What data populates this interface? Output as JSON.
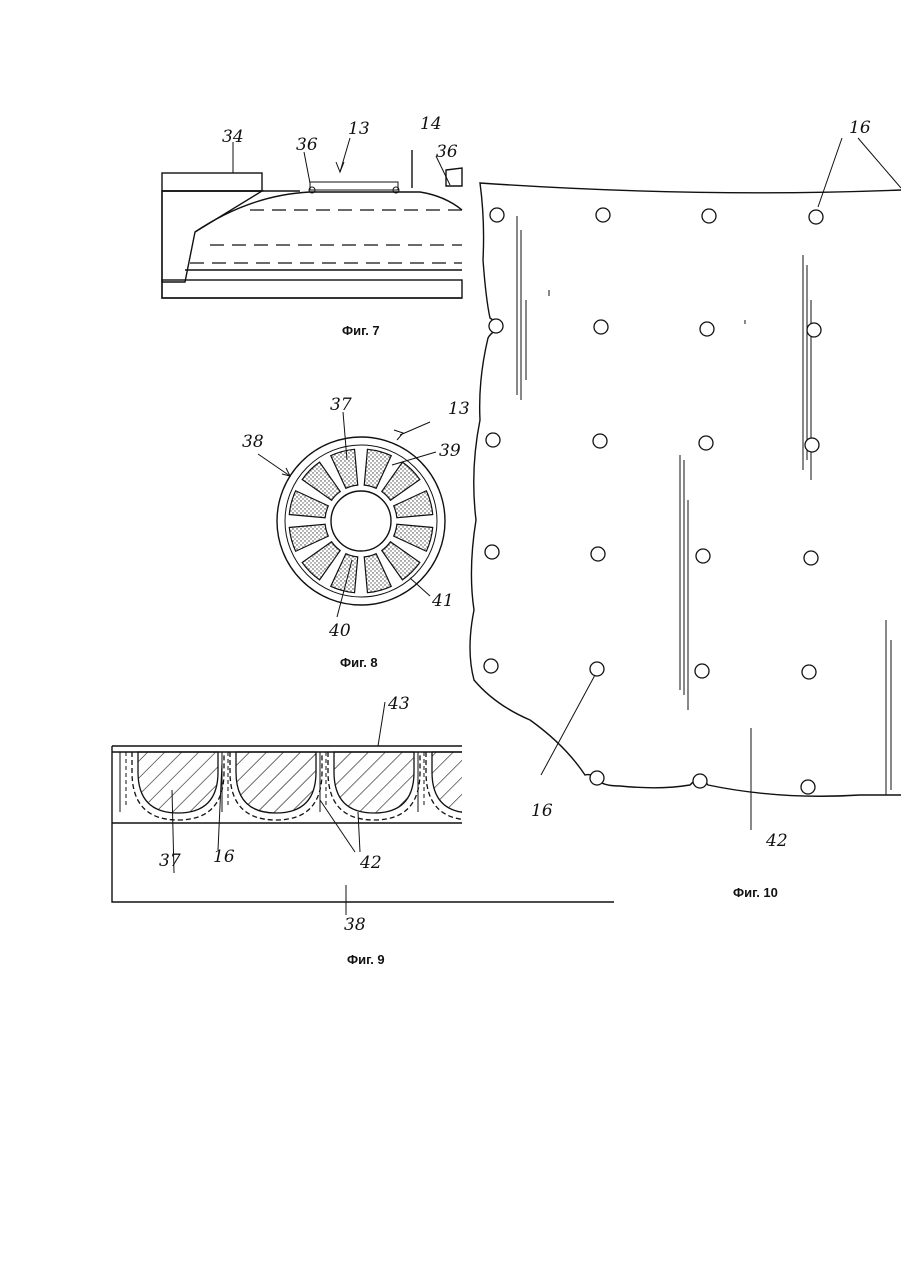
{
  "figures": {
    "fig7": {
      "caption": "Фиг. 7",
      "labels": {
        "a": "34",
        "b": "36",
        "c": "13",
        "d": "14",
        "e": "36"
      }
    },
    "fig8": {
      "caption": "Фиг. 8",
      "labels": {
        "a": "37",
        "b": "13",
        "c": "38",
        "d": "39",
        "e": "41",
        "f": "40"
      }
    },
    "fig9": {
      "caption": "Фиг. 9",
      "labels": {
        "a": "43",
        "b": "37",
        "c": "16",
        "d": "42",
        "e": "38"
      }
    },
    "fig10": {
      "caption": "Фиг. 10",
      "labels": {
        "a": "16",
        "b": "16",
        "c": "42"
      }
    }
  }
}
